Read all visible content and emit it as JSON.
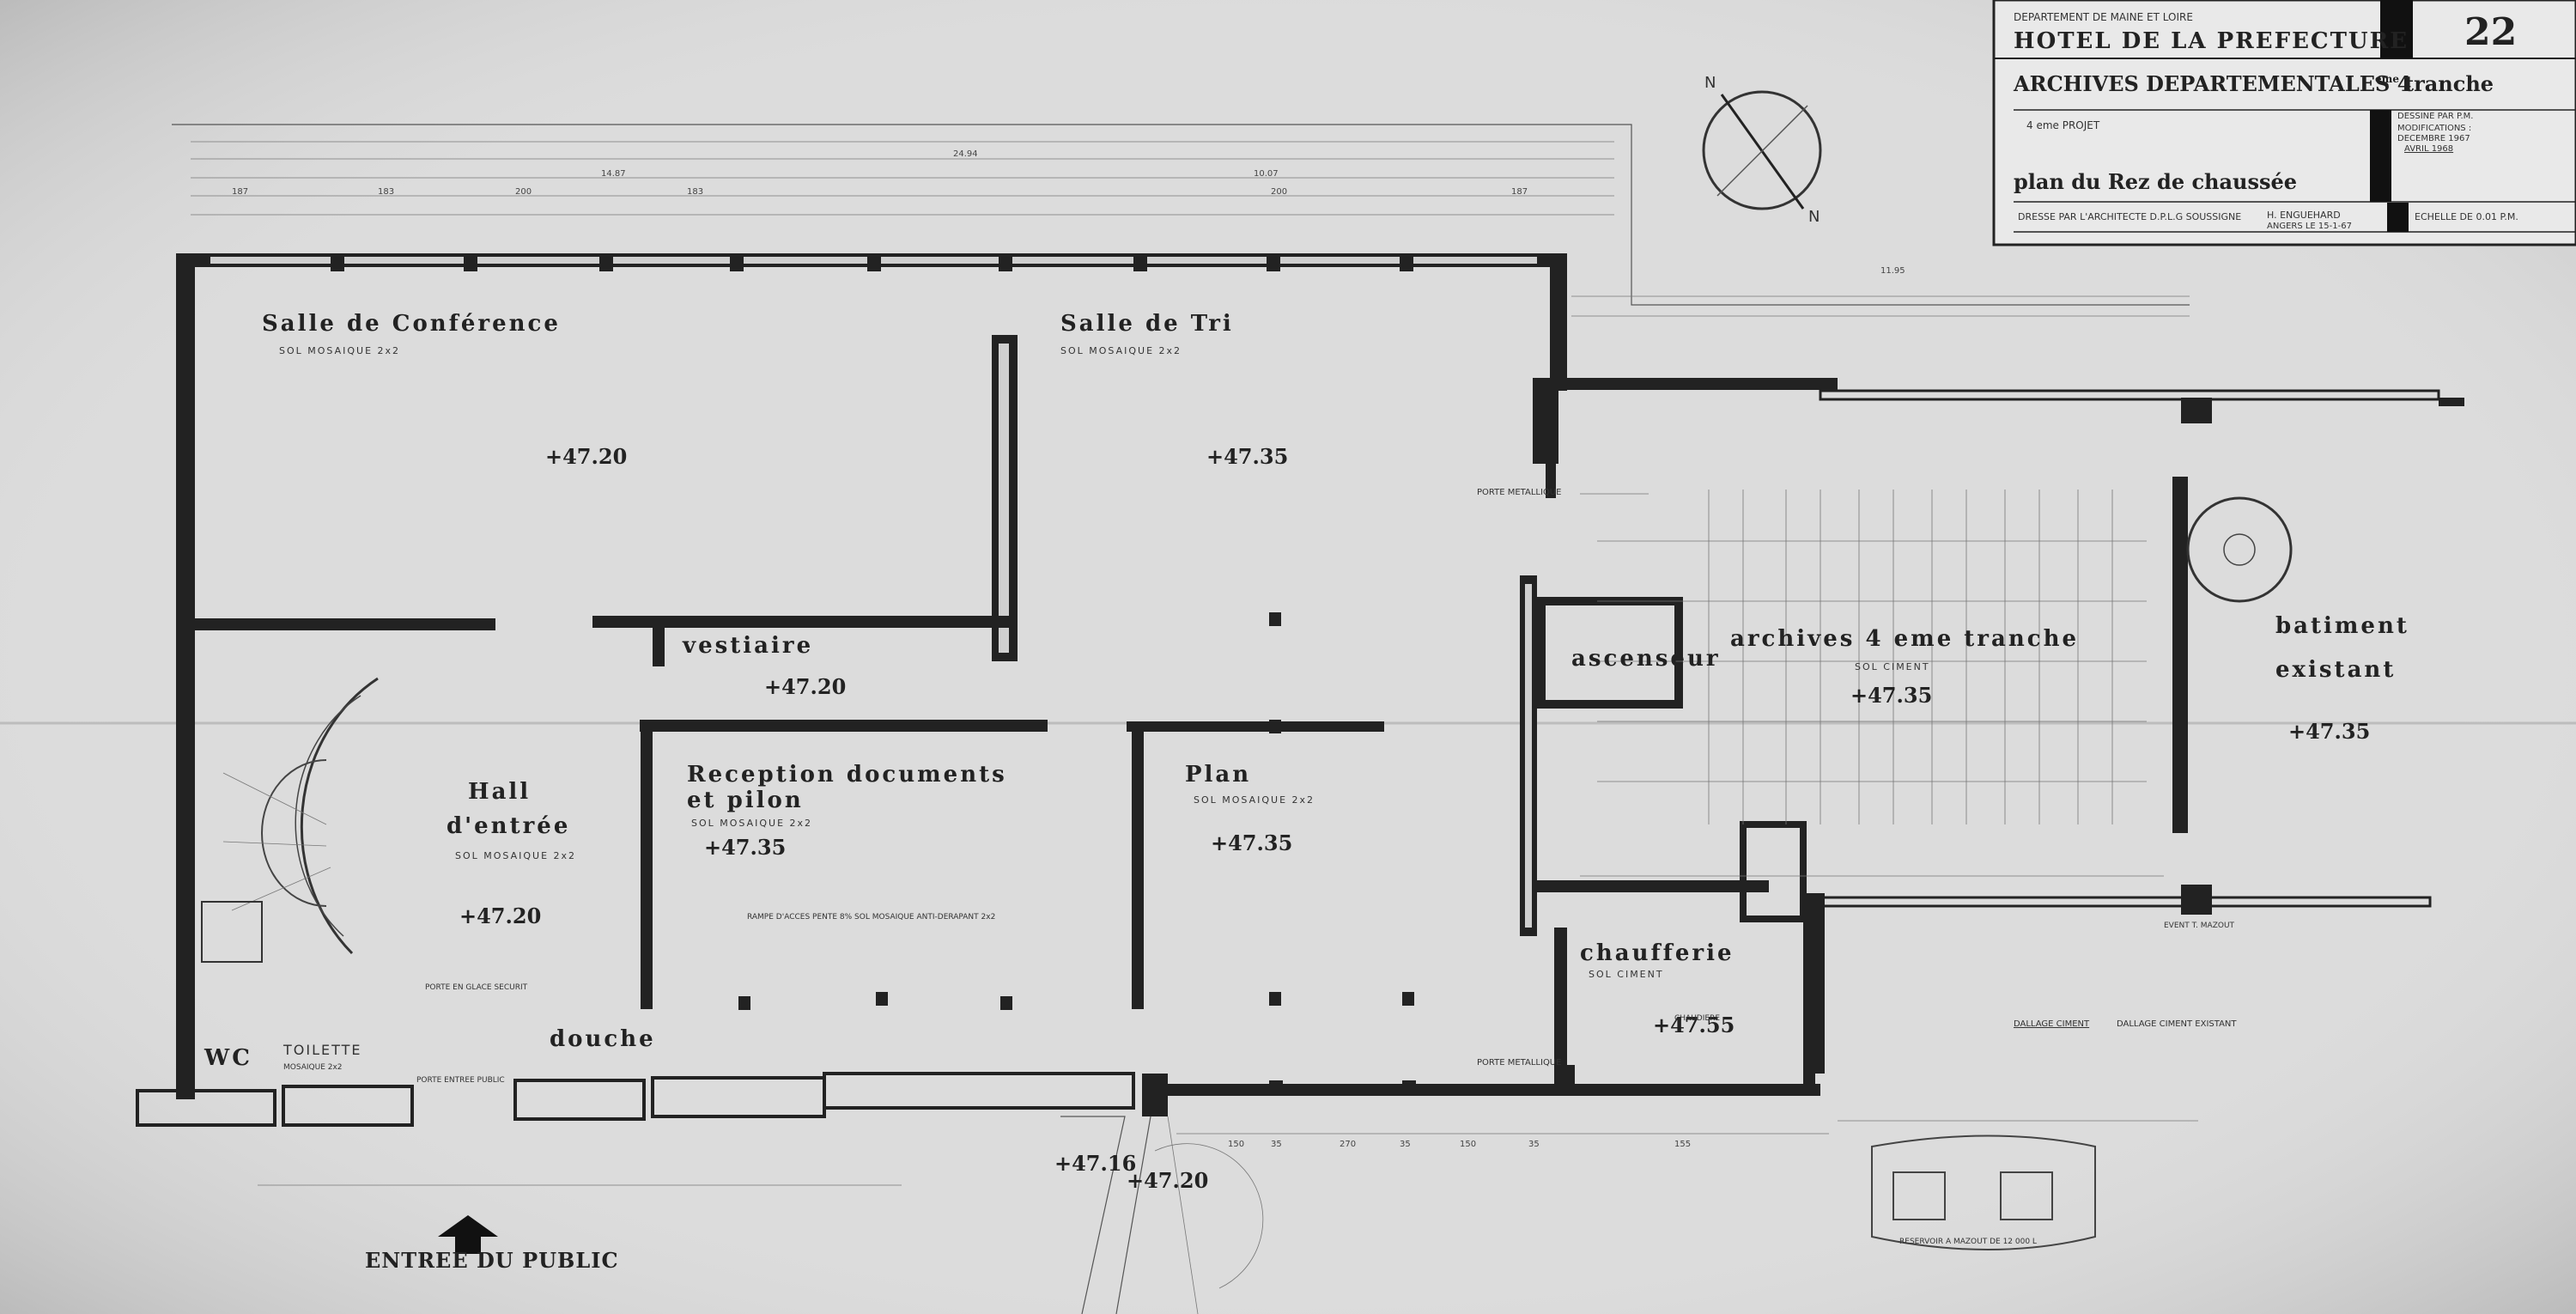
{
  "title_block": {
    "department": "DEPARTEMENT DE MAINE ET LOIRE",
    "building": "HOTEL DE LA PREFECTURE",
    "sheet_number": "22",
    "project": "ARCHIVES DEPARTEMENTALES 4",
    "project_sup": "eme",
    "project_tail": "tranche",
    "phase": "4 eme PROJET",
    "plan_title": "plan du Rez de chaussée",
    "drawn_by": "DESSINE PAR P.M.",
    "modifications": "MODIFICATIONS :",
    "date1": "DECEMBRE 1967",
    "date2": "AVRIL 1968",
    "architect": "DRESSE PAR L'ARCHITECTE D.P.L.G SOUSSIGNE",
    "architect_name": "H. ENGUEHARD",
    "location_date": "ANGERS LE 15-1-67",
    "scale": "ECHELLE DE 0.01 P.M."
  },
  "compass": {
    "n1": "N",
    "n2": "N"
  },
  "rooms": [
    {
      "name": "Salle de Conférence",
      "floor": "SOL MOSAIQUE 2x2",
      "elevation": "+47.20"
    },
    {
      "name": "Salle de Tri",
      "floor": "SOL MOSAIQUE 2x2",
      "elevation": "+47.35"
    },
    {
      "name": "vestiaire",
      "floor": "",
      "elevation": "+47.20"
    },
    {
      "name": "Hall",
      "name2": "d'entrée",
      "floor": "SOL MOSAIQUE 2x2",
      "elevation": "+47.20"
    },
    {
      "name": "Reception documents",
      "name2": "et pilon",
      "floor": "SOL MOSAIQUE 2x2",
      "elevation": "+47.35"
    },
    {
      "name": "Plan",
      "floor": "SOL MOSAIQUE 2x2",
      "elevation": "+47.35"
    },
    {
      "name": "ascenseur",
      "floor": "",
      "elevation": ""
    },
    {
      "name": "archives 4 eme tranche",
      "floor": "SOL CIMENT",
      "elevation": "+47.35"
    },
    {
      "name": "batiment",
      "name2": "existant",
      "floor": "",
      "elevation": "+47.35"
    },
    {
      "name": "chaufferie",
      "floor": "SOL CIMENT",
      "elevation": "+47.55"
    },
    {
      "name": "douche",
      "floor": "",
      "elevation": ""
    },
    {
      "name": "TOILETTE",
      "floor": "MOSAIQUE 2x2",
      "elevation": ""
    },
    {
      "name": "WC",
      "floor": "",
      "elevation": ""
    }
  ],
  "notes": {
    "porte_metallique": "PORTE METALLIQUE",
    "porte_metallique2": "PORTE METALLIQUE",
    "rampe": "RAMPE D'ACCES PENTE 8% SOL MOSAIQUE ANTI-DERAPANT 2x2",
    "porte_glace": "PORTE EN GLACE SECURIT",
    "porte_entree": "PORTE ENTREE PUBLIC",
    "dallage1": "DALLAGE CIMENT",
    "dallage2": "DALLAGE CIMENT EXISTANT",
    "reservoir": "RESERVOIR A MAZOUT DE 12 000 L",
    "chaudiere": "CHAUDIERE",
    "event": "EVENT T. MAZOUT",
    "elev_out1": "+47.16",
    "elev_out2": "+47.20",
    "entrance": "ENTREE DU PUBLIC"
  },
  "dimensions": {
    "total": "24.94",
    "left_span": "14.87",
    "right_span": "10.07",
    "right_total": "11.95",
    "top_row": [
      "187",
      "183",
      "200",
      "183",
      "200",
      "187"
    ],
    "bottom_row": [
      "150",
      "35",
      "270",
      "35",
      "150",
      "35",
      "155"
    ]
  }
}
